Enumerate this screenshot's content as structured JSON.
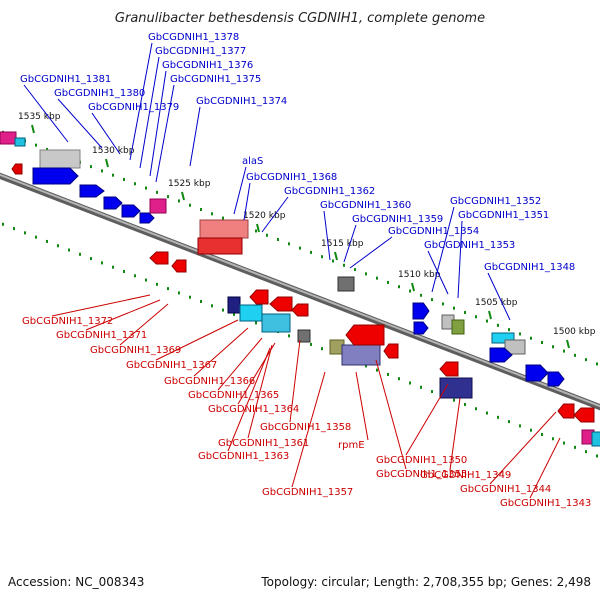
{
  "title": "Granulibacter bethesdensis CGDNIH1, complete genome",
  "accession": "Accession: NC_008343",
  "topology": "Topology: circular; Length: 2,708,355 bp; Genes: 2,498",
  "scale_labels": [
    "1535 kbp",
    "1530 kbp",
    "1525 kbp",
    "1520 kbp",
    "1515 kbp",
    "1510 kbp",
    "1505 kbp",
    "1500 kbp"
  ],
  "top_labels": [
    "GbCGDNIH1_1378",
    "GbCGDNIH1_1377",
    "GbCGDNIH1_1376",
    "GbCGDNIH1_1381",
    "GbCGDNIH1_1375",
    "GbCGDNIH1_1380",
    "GbCGDNIH1_1379",
    "GbCGDNIH1_1374",
    "alaS",
    "GbCGDNIH1_1368",
    "GbCGDNIH1_1362",
    "GbCGDNIH1_1360",
    "GbCGDNIH1_1359",
    "GbCGDNIH1_1354",
    "GbCGDNIH1_1353",
    "GbCGDNIH1_1352",
    "GbCGDNIH1_1351",
    "GbCGDNIH1_1348"
  ],
  "bottom_labels": [
    "GbCGDNIH1_1372",
    "GbCGDNIH1_1371",
    "GbCGDNIH1_1369",
    "GbCGDNIH1_1367",
    "GbCGDNIH1_1366",
    "GbCGDNIH1_1365",
    "GbCGDNIH1_1364",
    "GbCGDNIH1_1358",
    "rpmE",
    "GbCGDNIH1_1361",
    "GbCGDNIH1_1363",
    "GbCGDNIH1_1355",
    "GbCGDNIH1_1350",
    "GbCGDNIH1_1357",
    "GbCGDNIH1_1349",
    "GbCGDNIH1_1344",
    "GbCGDNIH1_1343"
  ],
  "colors": {
    "forward_gene": "#0000ee",
    "reverse_gene": "#ee0000",
    "top_label": "#0000cc",
    "bottom_label": "#cc0000",
    "backbone": "#8a8a8a",
    "tick": "#118811"
  }
}
